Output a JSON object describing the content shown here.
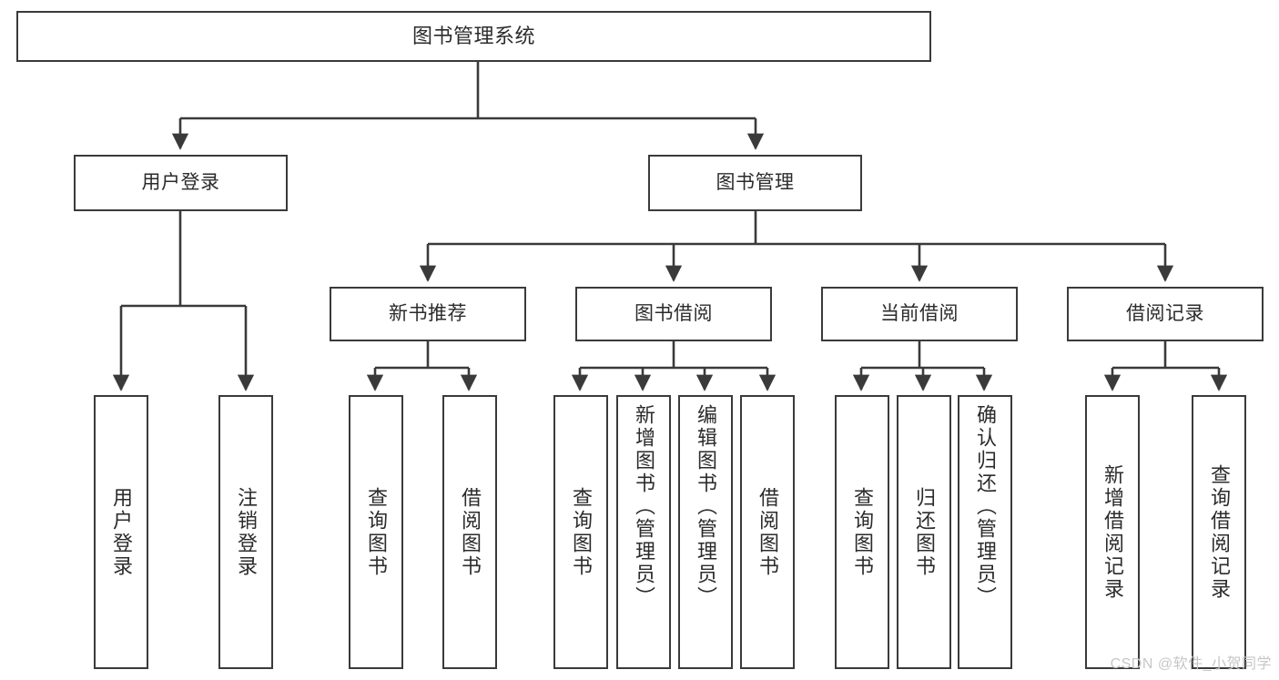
{
  "diagram": {
    "type": "tree",
    "title": "图书管理系统",
    "orientation": "top-down",
    "colors": {
      "background": "#ffffff",
      "node_border": "#3a3a3a",
      "node_fill": "#ffffff",
      "text": "#2b2b2b",
      "connector": "#3a3a3a",
      "watermark": "#c6c6c6"
    },
    "nodes": {
      "root": {
        "label": "图书管理系统",
        "level": 1
      },
      "level2": [
        {
          "id": "user-login",
          "label": "用户登录"
        },
        {
          "id": "book-manage",
          "label": "图书管理"
        }
      ],
      "level3": [
        {
          "id": "new-book-recommend",
          "label": "新书推荐"
        },
        {
          "id": "book-borrow",
          "label": "图书借阅"
        },
        {
          "id": "current-borrow",
          "label": "当前借阅"
        },
        {
          "id": "borrow-record",
          "label": "借阅记录"
        }
      ],
      "leaves": {
        "user-login": [
          {
            "id": "leaf-user-login",
            "label": "用户登录"
          },
          {
            "id": "leaf-logout-login",
            "label": "注销登录"
          }
        ],
        "new-book-recommend": [
          {
            "id": "leaf-query-book-1",
            "label": "查询图书"
          },
          {
            "id": "leaf-borrow-book-1",
            "label": "借阅图书"
          }
        ],
        "book-borrow": [
          {
            "id": "leaf-query-book-2",
            "label": "查询图书"
          },
          {
            "id": "leaf-add-book",
            "label": "新增图书（管理员）"
          },
          {
            "id": "leaf-edit-book",
            "label": "编辑图书（管理员）"
          },
          {
            "id": "leaf-borrow-book-2",
            "label": "借阅图书"
          }
        ],
        "current-borrow": [
          {
            "id": "leaf-query-book-3",
            "label": "查询图书"
          },
          {
            "id": "leaf-return-book",
            "label": "归还图书"
          },
          {
            "id": "leaf-confirm-return",
            "label": "确认归还（管理员）"
          }
        ],
        "borrow-record": [
          {
            "id": "leaf-add-record",
            "label": "新增借阅记录"
          },
          {
            "id": "leaf-query-record",
            "label": "查询借阅记录"
          }
        ]
      }
    }
  },
  "watermark": {
    "text": "CSDN @软件_小贺同学"
  }
}
